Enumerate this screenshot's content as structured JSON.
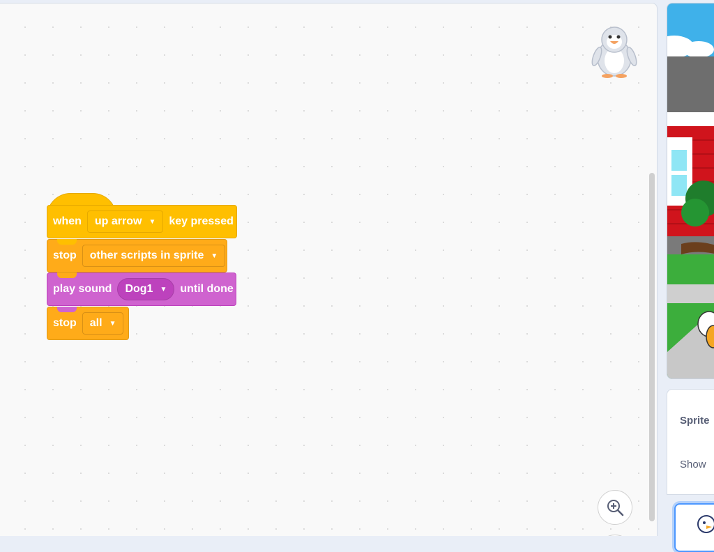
{
  "workspace": {
    "blocks": {
      "event": {
        "when": "when",
        "key": "up arrow",
        "pressed": "key pressed"
      },
      "stop1": {
        "label": "stop",
        "option": "other scripts in sprite"
      },
      "sound": {
        "label": "play sound",
        "option": "Dog1",
        "suffix": "until done"
      },
      "stop2": {
        "label": "stop",
        "option": "all"
      }
    },
    "icons": {
      "sprite": "penguin-sprite-icon",
      "zoom_in": "zoom-in-icon",
      "zoom_out": "zoom-out-icon"
    }
  },
  "sprite_info": {
    "sprite_label": "Sprite",
    "show_label": "Show"
  },
  "colors": {
    "events": "#ffbf00",
    "control": "#ffab19",
    "sound": "#cf63cf",
    "selected": "#4c97ff"
  }
}
